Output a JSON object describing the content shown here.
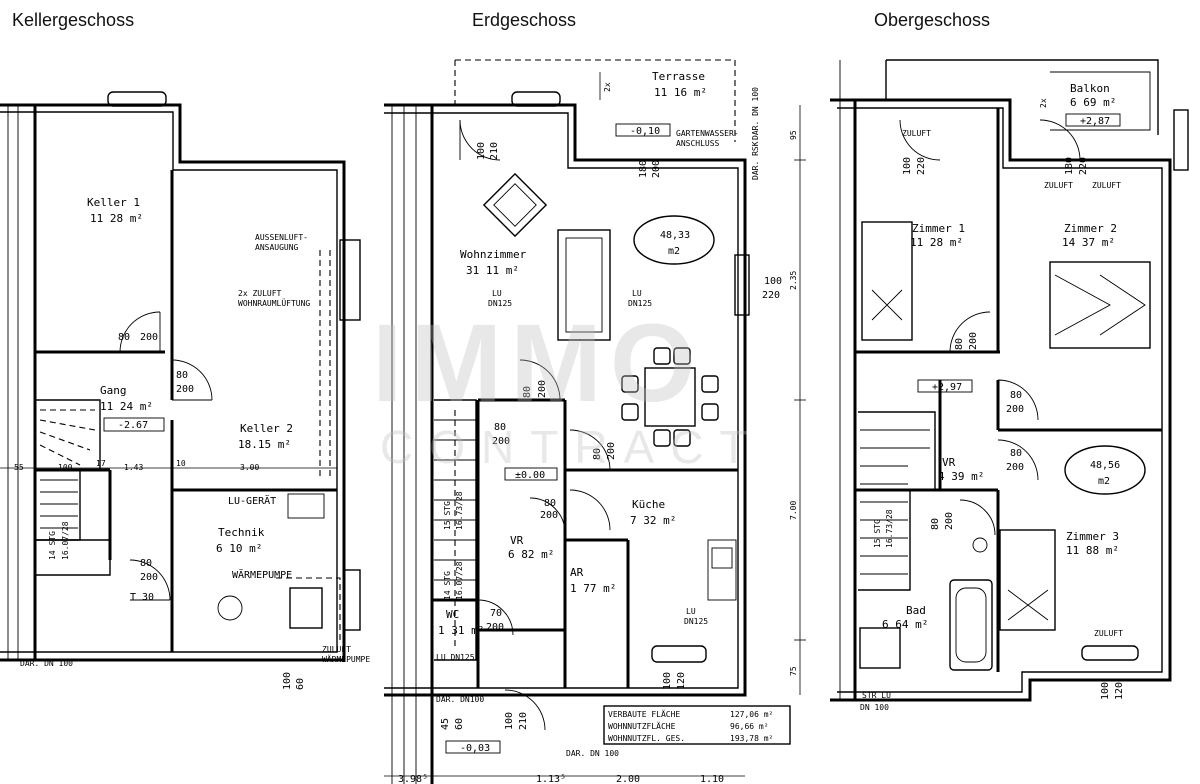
{
  "headings": {
    "basement": "Kellergeschoss",
    "ground": "Erdgeschoss",
    "upper": "Obergeschoss"
  },
  "watermark": {
    "line1": "IMMO",
    "line2": "CONTRACT"
  },
  "basement": {
    "keller1": {
      "name": "Keller 1",
      "area": "11 28 m²"
    },
    "gang": {
      "name": "Gang",
      "area": "11 24 m²",
      "level": "-2.67"
    },
    "keller2": {
      "name": "Keller 2",
      "area": "18.15 m²"
    },
    "technik": {
      "name": "Technik",
      "area": "6 10 m²"
    },
    "lu_geraet": "LU-GERÄT",
    "waermepumpe": "WÄRMEPUMPE",
    "aussenluft": "AUSSENLUFT-",
    "ansaugung": "ANSAUGUNG",
    "zuluft": "2x ZULUFT",
    "wohnraum": "WOHNRAUMLÜFTUNG",
    "zuluft_wp": "ZULUFT",
    "zuluft_wp2": "WÄRMEPUMPE",
    "door_80_200_a": [
      "80",
      "200"
    ],
    "door_80_200_b": [
      "80",
      "200"
    ],
    "door_80_200_c": [
      "80",
      "200"
    ],
    "door_t30": "T 30",
    "stairs": "14 STG",
    "stairs2": "16.07/28",
    "dim_55": "55",
    "dim_100": "100",
    "dim_17": "17",
    "dim_143": "1.43",
    "dim_10": "10",
    "dim_300": "3.00",
    "window": [
      "100",
      "60"
    ],
    "dar": "DAR. DN 100"
  },
  "ground": {
    "terrasse": {
      "name": "Terrasse",
      "area": "11 16 m²"
    },
    "level_terr": "-0,10",
    "gartenwasser": "GARTENWASSER-",
    "anschluss": "ANSCHLUSS",
    "wohnzimmer": {
      "name": "Wohnzimmer",
      "area": "31 11 m²"
    },
    "badge": {
      "line1": "48,33",
      "line2": "m2"
    },
    "lu1": "LU",
    "dn1": "DN125",
    "lu2": "LU",
    "dn2": "DN125",
    "window_right": [
      "100",
      "220"
    ],
    "door_top": [
      "100",
      "210"
    ],
    "door_top2": [
      "180",
      "200"
    ],
    "dar_rsk": "DAR. RSK",
    "dar_100": "DAR. DN 100",
    "stg": "15 STG",
    "stg2": "16.73/28",
    "stg3": "14 STG",
    "stg4": "16.07/28",
    "level_0": "±0.00",
    "door_80_200": [
      "80",
      "200"
    ],
    "door_80_200_b": [
      "80",
      "200"
    ],
    "door_80_200_c": [
      "80",
      "200"
    ],
    "door_80_200_d": [
      "80",
      "200"
    ],
    "kueche": {
      "name": "Küche",
      "area": "7 32 m²"
    },
    "vr": {
      "name": "VR",
      "area": "6 82 m²"
    },
    "ar": {
      "name": "AR",
      "area": "1 77 m²"
    },
    "wc": {
      "name": "WC",
      "area": "1 31 m²"
    },
    "door_70_200": [
      "70",
      "200"
    ],
    "lu3": "LU",
    "dn3": "DN125",
    "lu4": "LU DN125",
    "dar_dn100": "DAR. DN100",
    "window_bottom": [
      "100",
      "120"
    ],
    "door_bottom": [
      "100",
      "210"
    ],
    "door_45_60": [
      "45",
      "60"
    ],
    "level_bottom": "-0,03",
    "dar_bottom": "DAR. DN 100",
    "summary": [
      {
        "label": "VERBAUTE FLÄCHE",
        "value": "127,06 m²"
      },
      {
        "label": "WOHNNUTZFLÄCHE",
        "value": "96,66 m²"
      },
      {
        "label": "WOHNNUTZFL. GES.",
        "value": "193,78 m²"
      }
    ],
    "dims_bottom": [
      "3.98⁵",
      "1.13⁵",
      "2.00",
      "1.10"
    ],
    "dim_vert": [
      "95",
      "2.35",
      "7.00",
      "75"
    ],
    "dim_2x": "2x"
  },
  "upper": {
    "balkon": {
      "name": "Balkon",
      "area": "6 69 m²"
    },
    "level_balkon": "+2,87",
    "zuluft1": "ZULUFT",
    "door_top": [
      "100",
      "220"
    ],
    "door_top2": [
      "180",
      "220"
    ],
    "zuluft2": "ZULUFT",
    "zuluft3": "ZULUFT",
    "zimmer1": {
      "name": "Zimmer 1",
      "area": "11 28 m²"
    },
    "zimmer2": {
      "name": "Zimmer 2",
      "area": "14 37 m²"
    },
    "badge": {
      "line1": "48,56",
      "line2": "m2"
    },
    "level_vr": "+2,97",
    "door_80_200_a": [
      "80",
      "200"
    ],
    "door_80_200_b": [
      "80",
      "200"
    ],
    "door_80_200_c": [
      "80",
      "200"
    ],
    "door_80_200_d": [
      "80",
      "200"
    ],
    "vr": {
      "name": "VR",
      "area": "4 39 m²"
    },
    "stg": "15 STG",
    "stg2": "16.73/28",
    "zimmer3": {
      "name": "Zimmer 3",
      "area": "11 88 m²"
    },
    "bad": {
      "name": "Bad",
      "area": "6 64 m²"
    },
    "zuluft4": "ZULUFT",
    "str_lu": "STR LU",
    "dn100": "DN 100",
    "window_bottom": [
      "100",
      "120"
    ],
    "dim_2x": "2x"
  }
}
